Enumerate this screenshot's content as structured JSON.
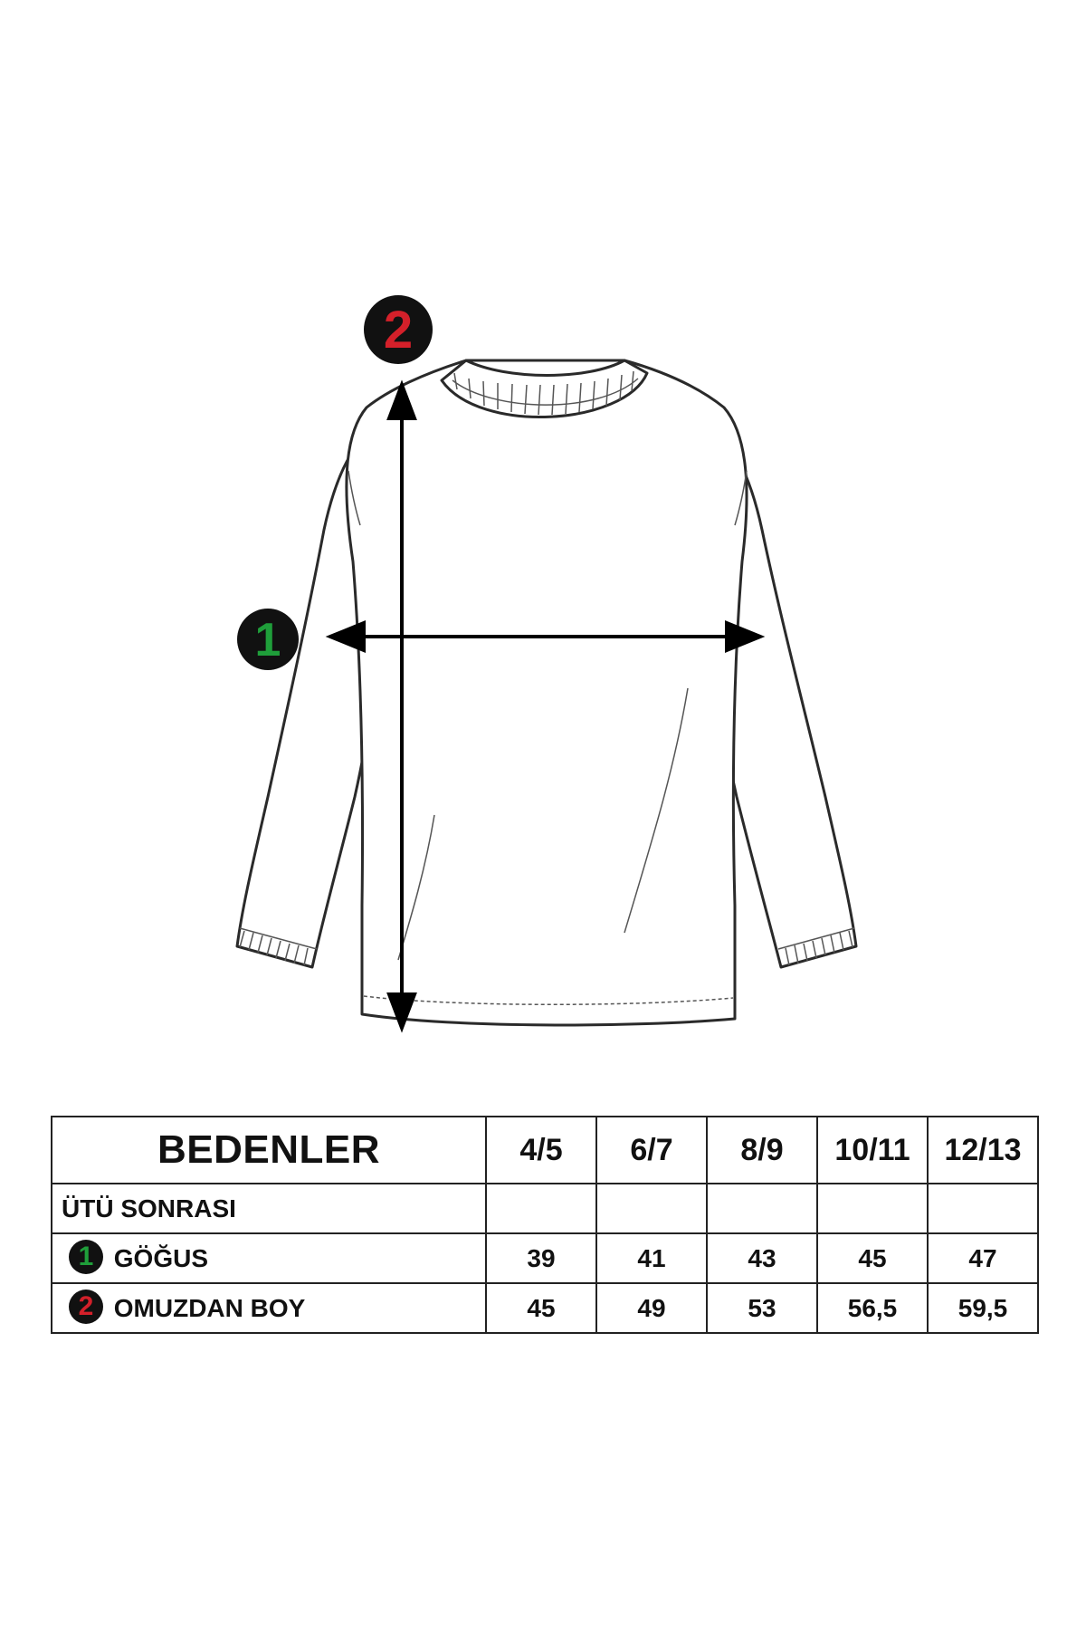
{
  "markers": {
    "chest_number": "1",
    "length_number": "2",
    "chest_color": "#1f9e3a",
    "length_color": "#d4202a"
  },
  "table": {
    "title": "BEDENLER",
    "sizes": [
      "4/5",
      "6/7",
      "8/9",
      "10/11",
      "12/13"
    ],
    "subheader": "ÜTÜ SONRASI",
    "rows": [
      {
        "badge": "1",
        "label": "GÖĞUS",
        "values": [
          "39",
          "41",
          "43",
          "45",
          "47"
        ]
      },
      {
        "badge": "2",
        "label": "OMUZDAN BOY",
        "values": [
          "45",
          "49",
          "53",
          "56,5",
          "59,5"
        ]
      }
    ]
  }
}
